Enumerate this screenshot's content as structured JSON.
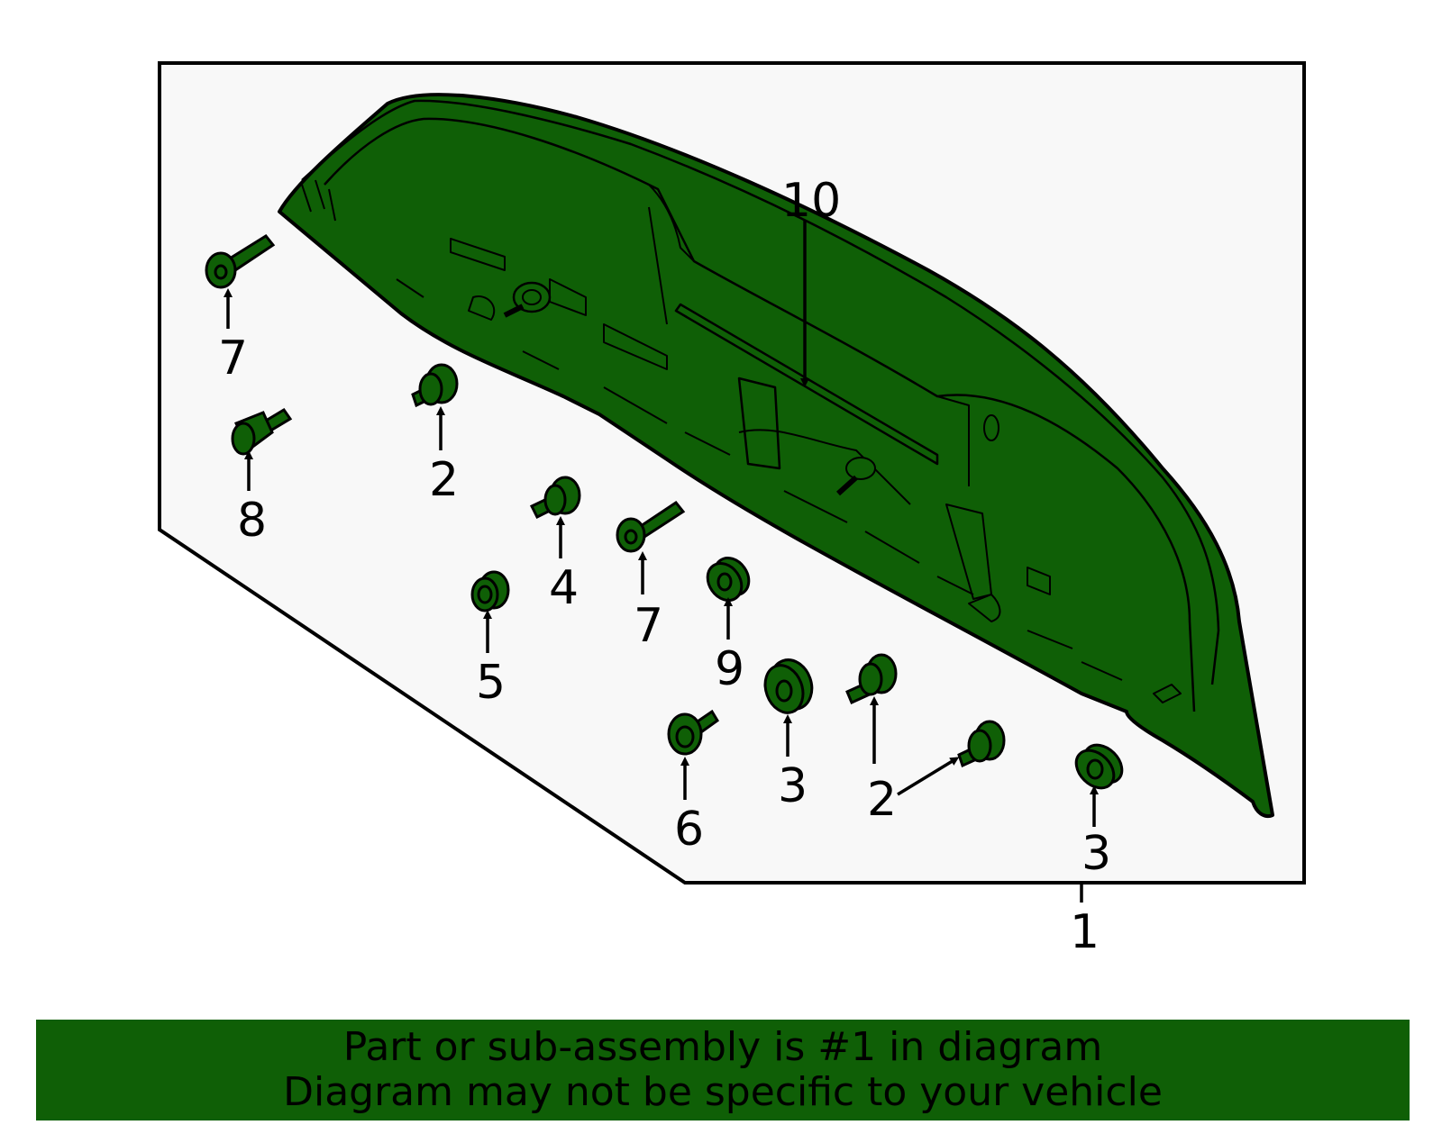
{
  "colors": {
    "part_fill": "#0f5f06",
    "panel_fill": "#f8f8f8",
    "outline": "#000000",
    "banner_bg": "#0f5f06"
  },
  "callouts": {
    "c1": "1",
    "c2a": "2",
    "c2b": "2",
    "c2c": "2",
    "c3a": "3",
    "c3b": "3",
    "c4": "4",
    "c5": "5",
    "c6": "6",
    "c7a": "7",
    "c7b": "7",
    "c8": "8",
    "c9": "9",
    "c10": "10"
  },
  "banner": {
    "line1": "Part or sub-assembly is #1 in diagram",
    "line2": "Diagram may not be specific to your vehicle"
  }
}
